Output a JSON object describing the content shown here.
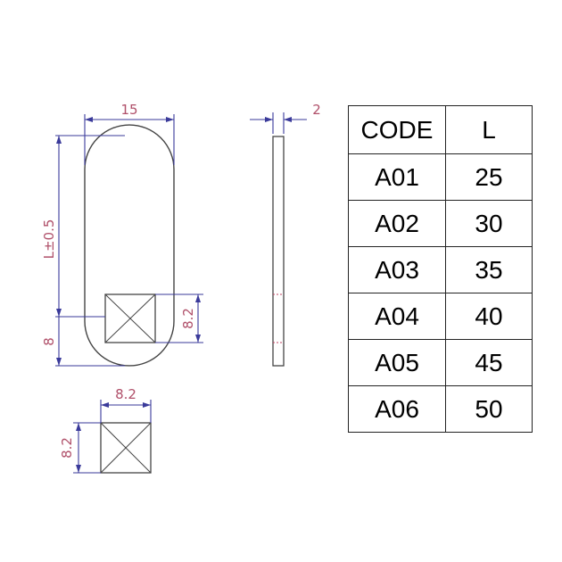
{
  "colors": {
    "outline": "#444444",
    "dimension_line": "#3a3a9a",
    "dimension_text": "#b0506a",
    "hidden_line": "#c04060",
    "table_border": "#222222"
  },
  "dimensions": {
    "width_label": "15",
    "length_label": "L±0.5",
    "thickness_label": "2",
    "square_side_label": "8.2",
    "square_height_label": "8.2",
    "bottom_offset_label": "8",
    "detail_width_label": "8.2",
    "detail_height_label": "8.2"
  },
  "table": {
    "headers": [
      "CODE",
      "L"
    ],
    "rows": [
      {
        "code": "A01",
        "l": "25"
      },
      {
        "code": "A02",
        "l": "30"
      },
      {
        "code": "A03",
        "l": "35"
      },
      {
        "code": "A04",
        "l": "40"
      },
      {
        "code": "A05",
        "l": "45"
      },
      {
        "code": "A06",
        "l": "50"
      }
    ]
  }
}
